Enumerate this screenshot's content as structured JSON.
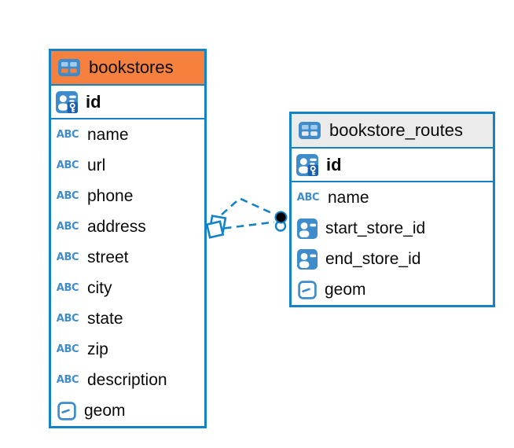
{
  "diagram": {
    "background": "#ffffff",
    "tool": "entity-relationship-diagram"
  },
  "colors": {
    "accent_blue": "#1482c6",
    "icon_blue": "#3e8ccb",
    "header_orange": "#f6813e",
    "header_gray": "#ebebeb",
    "key_badge_blue": "#1b5fae",
    "dot_black": "#000000",
    "text": "#0a0a0a"
  },
  "icons": {
    "text_type_glyph": "ABC"
  },
  "tables": [
    {
      "title": "bookstores",
      "header_variant": "orange",
      "columns": [
        {
          "name": "id",
          "type": "primary-key"
        },
        {
          "name": "name",
          "type": "text"
        },
        {
          "name": "url",
          "type": "text"
        },
        {
          "name": "phone",
          "type": "text"
        },
        {
          "name": "address",
          "type": "text"
        },
        {
          "name": "street",
          "type": "text"
        },
        {
          "name": "city",
          "type": "text"
        },
        {
          "name": "state",
          "type": "text"
        },
        {
          "name": "zip",
          "type": "text"
        },
        {
          "name": "description",
          "type": "text"
        },
        {
          "name": "geom",
          "type": "geometry"
        }
      ]
    },
    {
      "title": "bookstore_routes",
      "header_variant": "gray",
      "columns": [
        {
          "name": "id",
          "type": "primary-key"
        },
        {
          "name": "name",
          "type": "text"
        },
        {
          "name": "start_store_id",
          "type": "foreign-key"
        },
        {
          "name": "end_store_id",
          "type": "foreign-key"
        },
        {
          "name": "geom",
          "type": "geometry"
        }
      ]
    }
  ],
  "relationships": [
    {
      "from_table": "bookstores",
      "to_table": "bookstore_routes",
      "line_style": "dashed"
    },
    {
      "from_table": "bookstores",
      "to_table": "bookstore_routes",
      "line_style": "dashed"
    }
  ]
}
